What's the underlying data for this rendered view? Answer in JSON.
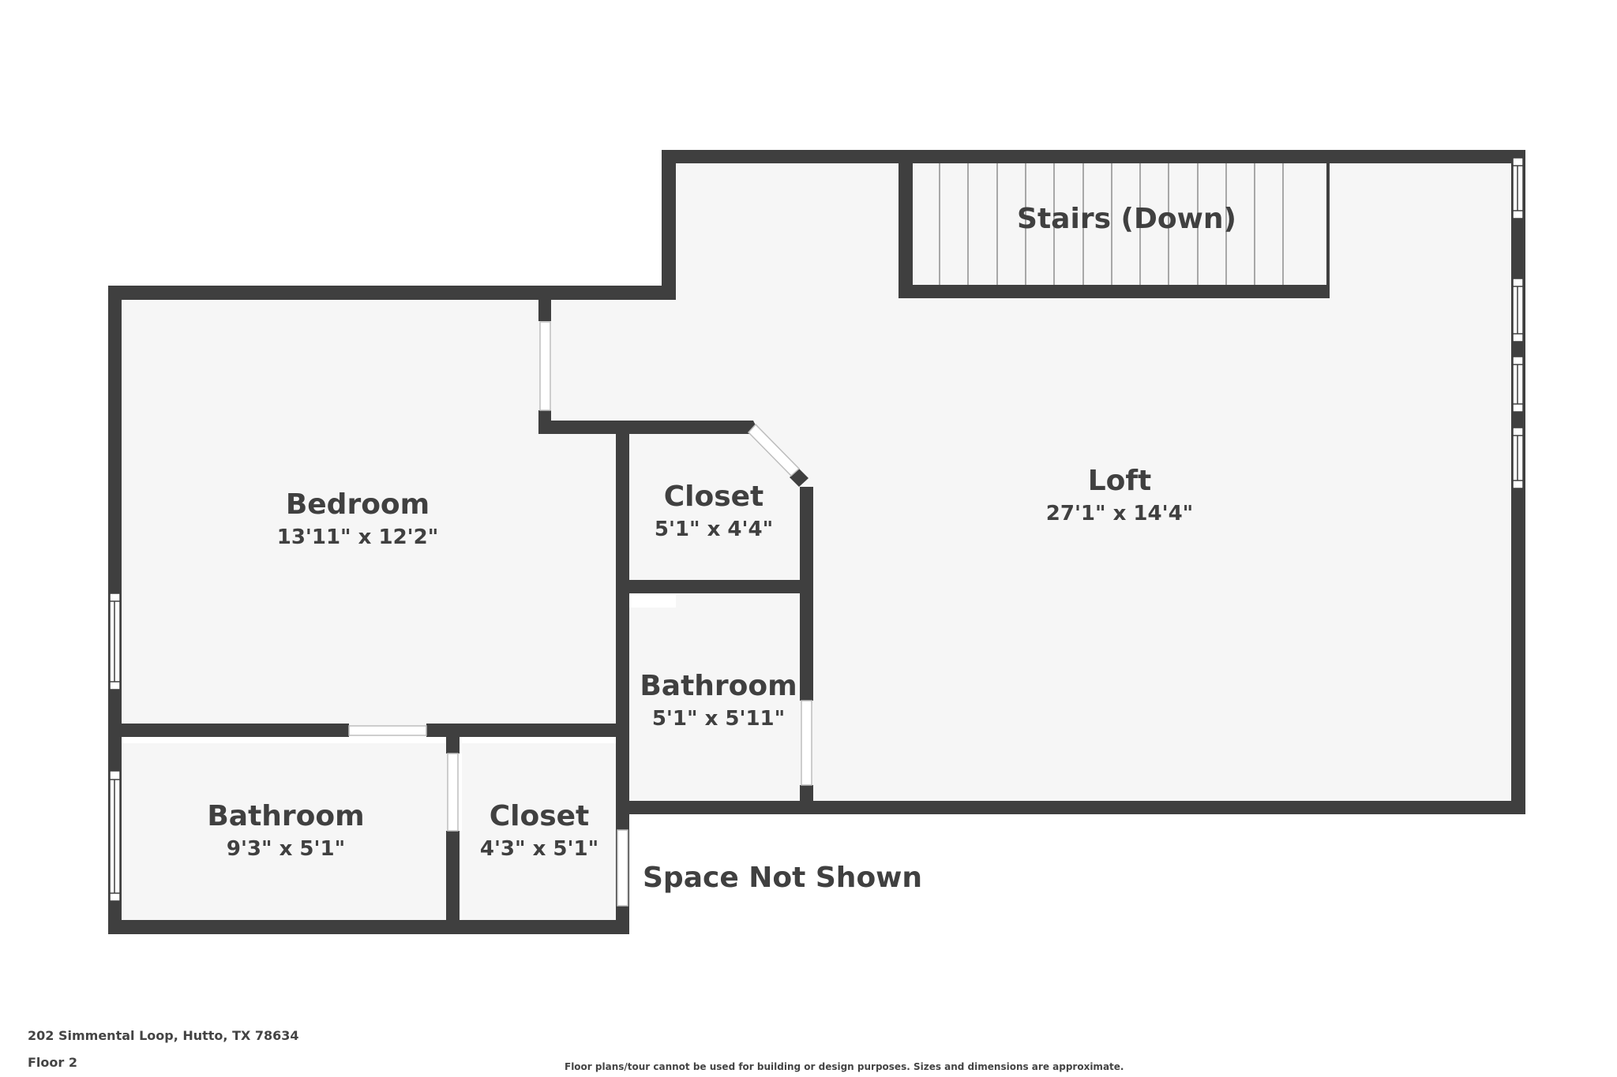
{
  "plan": {
    "address": "202 Simmental Loop, Hutto, TX 78634",
    "floor": "Floor 2",
    "disclaimer": "Floor plans/tour cannot be used for building or design purposes. Sizes and dimensions are approximate.",
    "colors": {
      "wall": "#3f3f3f",
      "floor": "#f6f6f6",
      "background": "#ffffff",
      "text": "#404040",
      "stair_line": "#a8a8a8"
    },
    "rooms": [
      {
        "id": "bedroom",
        "name": "Bedroom",
        "dims": "13'11\" x 12'2\""
      },
      {
        "id": "closet-upper",
        "name": "Closet",
        "dims": "5'1\" x 4'4\""
      },
      {
        "id": "bathroom-center",
        "name": "Bathroom",
        "dims": "5'1\" x 5'11\""
      },
      {
        "id": "loft",
        "name": "Loft",
        "dims": "27'1\" x 14'4\""
      },
      {
        "id": "bathroom-lower",
        "name": "Bathroom",
        "dims": "9'3\" x 5'1\""
      },
      {
        "id": "closet-lower",
        "name": "Closet",
        "dims": "4'3\" x 5'1\""
      }
    ],
    "stairs": {
      "label": "Stairs (Down)",
      "tread_count": 13
    },
    "space_not_shown": "Space Not Shown"
  }
}
